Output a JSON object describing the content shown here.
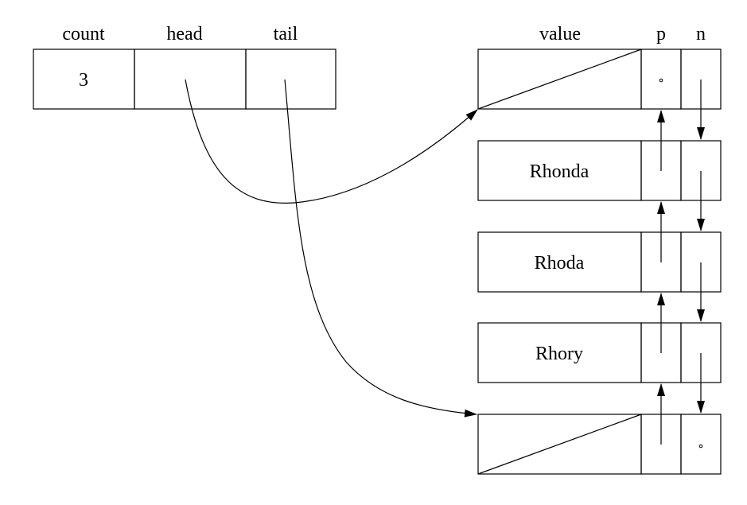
{
  "list_header": {
    "headers": [
      "count",
      "head",
      "tail"
    ],
    "count_value": "3"
  },
  "node_headers": {
    "value": "value",
    "prev": "p",
    "next": "n"
  },
  "nodes": [
    {
      "value": "",
      "sentinel": true,
      "null_prev": true
    },
    {
      "value": "Rhonda"
    },
    {
      "value": "Rhoda"
    },
    {
      "value": "Rhory"
    },
    {
      "value": "",
      "sentinel": true,
      "null_next": true
    }
  ]
}
